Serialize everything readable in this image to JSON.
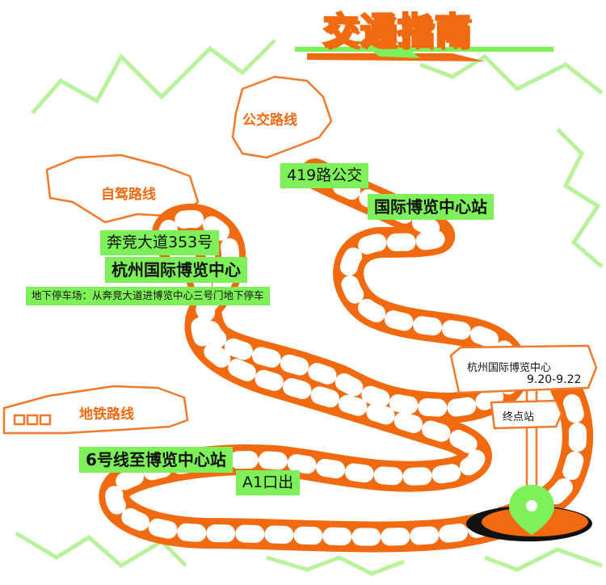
{
  "title": "交通指南",
  "routes": {
    "bus": {
      "label": "公交路线",
      "line": "419路公交",
      "stop": "国际博览中心站"
    },
    "drive": {
      "label": "自驾路线",
      "address": "奔竞大道353号",
      "venue": "杭州国际博览中心",
      "parking": "地下停车场：从奔竞大道进博览中心三号门地下停车"
    },
    "metro": {
      "label": "地铁路线",
      "line": "6号线至博览中心站",
      "exit": "A1口出"
    }
  },
  "sign": {
    "venue": "杭州国际博览中心",
    "dates": "9.20-9.22",
    "terminal": "终点站"
  },
  "colors": {
    "orange": "#f16a10",
    "green": "#7ef05a",
    "outline": "#f07a2a"
  }
}
